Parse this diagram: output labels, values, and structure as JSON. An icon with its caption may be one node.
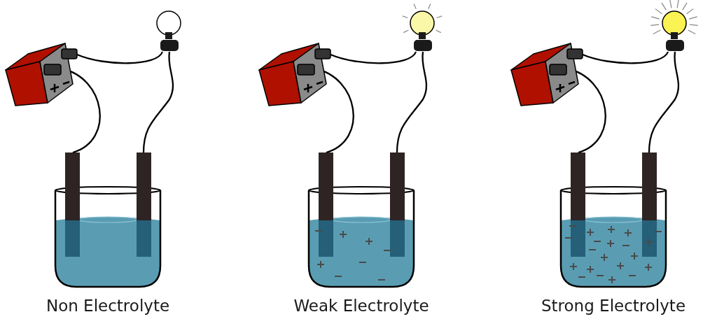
{
  "diagram": {
    "labels": [
      "Non Electrolyte",
      "Weak Electrolyte",
      "Strong Electrolyte"
    ]
  }
}
